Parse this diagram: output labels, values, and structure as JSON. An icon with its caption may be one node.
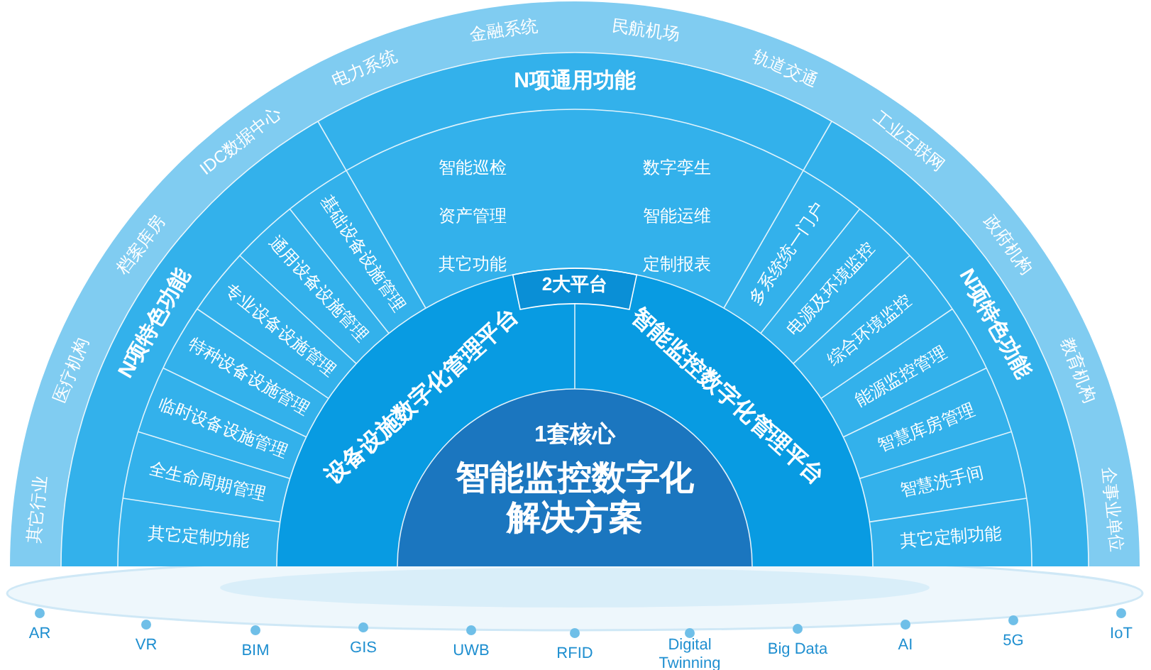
{
  "diagram": {
    "nodes": [
      {
        "text": [
          "1套核心",
          "智能监控数字化解决方案"
        ]
      },
      {
        "text": [
          "2大平台"
        ]
      },
      {
        "text": [
          "设备设施数字化管理平台"
        ]
      },
      {
        "text": [
          "智能监控数字化管理平台"
        ]
      },
      {
        "text": [
          "N项特色功能"
        ]
      },
      {
        "text": [
          "基础设备设施管理"
        ],
        "in": 4
      },
      {
        "text": [
          "通用设备设施管理"
        ],
        "in": 4
      },
      {
        "text": [
          "专业设备设施管理"
        ],
        "in": 4
      },
      {
        "text": [
          "特种设备设施管理"
        ],
        "in": 4
      },
      {
        "text": [
          "临时设备设施管理"
        ],
        "in": 4
      },
      {
        "text": [
          "全生命周期管理"
        ],
        "in": 4
      },
      {
        "text": [
          "其它定制功能"
        ],
        "in": 4
      },
      {
        "text": [
          "N项通用功能"
        ]
      },
      {
        "text": [
          "智能巡检"
        ],
        "in": 12
      },
      {
        "text": [
          "数字孪生"
        ],
        "in": 12
      },
      {
        "text": [
          "资产管理"
        ],
        "in": 12
      },
      {
        "text": [
          "智能运维"
        ],
        "in": 12
      },
      {
        "text": [
          "其它功能"
        ],
        "in": 12
      },
      {
        "text": [
          "定制报表"
        ],
        "in": 12
      },
      {
        "text": [
          "N项特色功能"
        ]
      },
      {
        "text": [
          "多系统统一门户"
        ],
        "in": 19
      },
      {
        "text": [
          "电源及环境监控"
        ],
        "in": 19
      },
      {
        "text": [
          "综合环境监控"
        ],
        "in": 19
      },
      {
        "text": [
          "能源监控管理"
        ],
        "in": 19
      },
      {
        "text": [
          "智慧库房管理"
        ],
        "in": 19
      },
      {
        "text": [
          "智慧洗手间"
        ],
        "in": 19
      },
      {
        "text": [
          "其它定制功能"
        ],
        "in": 19
      }
    ],
    "labels": [
      "其它行业",
      "医疗机构",
      "档案库房",
      "IDC数据中心",
      "电力系统",
      "金融系统",
      "民航机场",
      "轨道交通",
      "工业互联网",
      "政府机构",
      "教育机构",
      "企事业单位",
      "AR",
      "VR",
      "BIM",
      "GIS",
      "UWB",
      "RFID",
      "Digital Twinning",
      "Big Data",
      "AI",
      "5G",
      "IoT"
    ]
  }
}
